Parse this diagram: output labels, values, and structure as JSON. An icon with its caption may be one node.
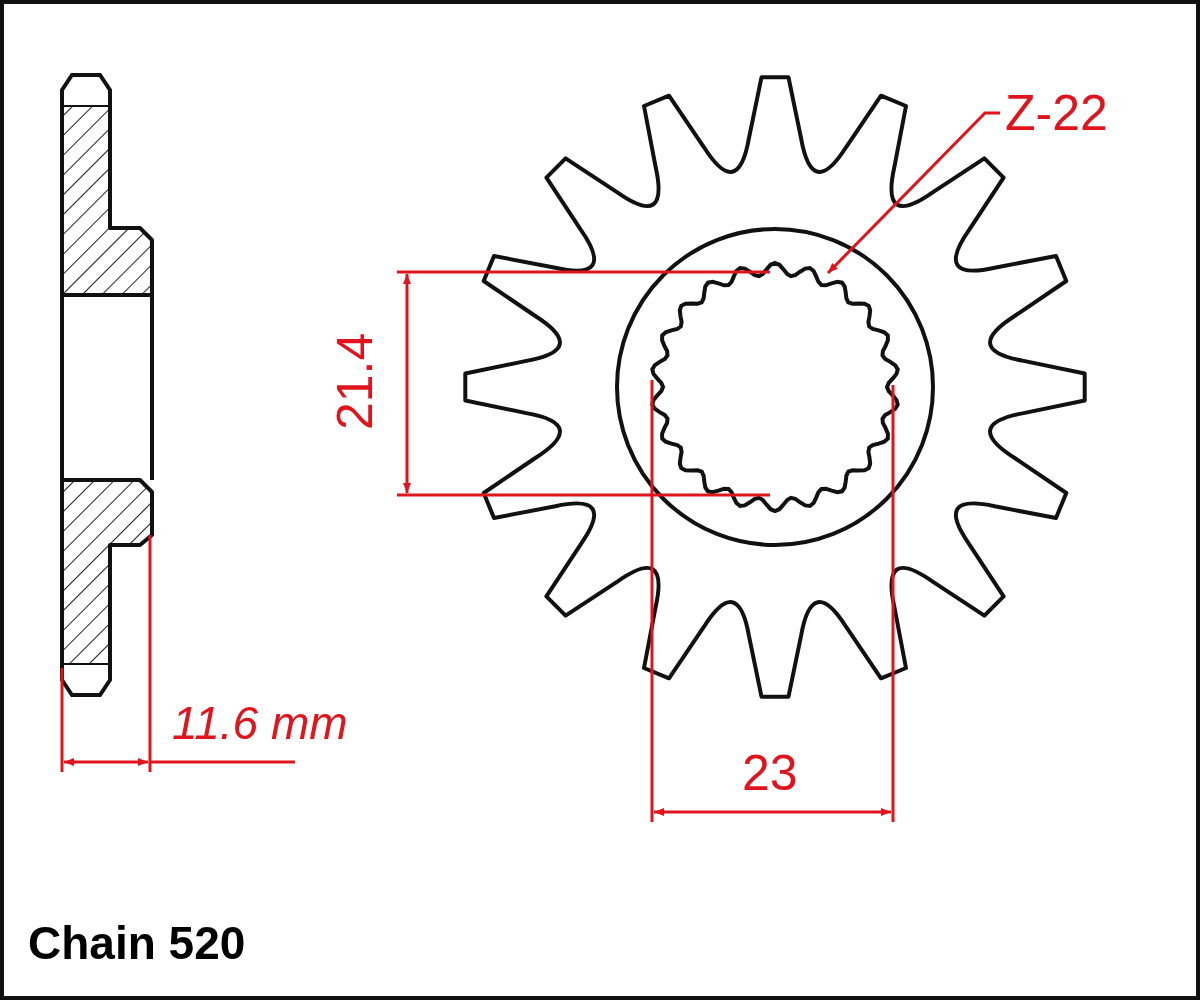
{
  "diagram": {
    "nodes": [
      {
        "text": [
          "Z-22"
        ]
      },
      {
        "text": [],
        "shape": "picture"
      }
    ],
    "edges": [
      {
        "from": 0,
        "to": 1,
        "arrow": "to"
      }
    ],
    "labels": [
      "21.4",
      "11.6 mm",
      "23",
      "Chain 520"
    ]
  }
}
